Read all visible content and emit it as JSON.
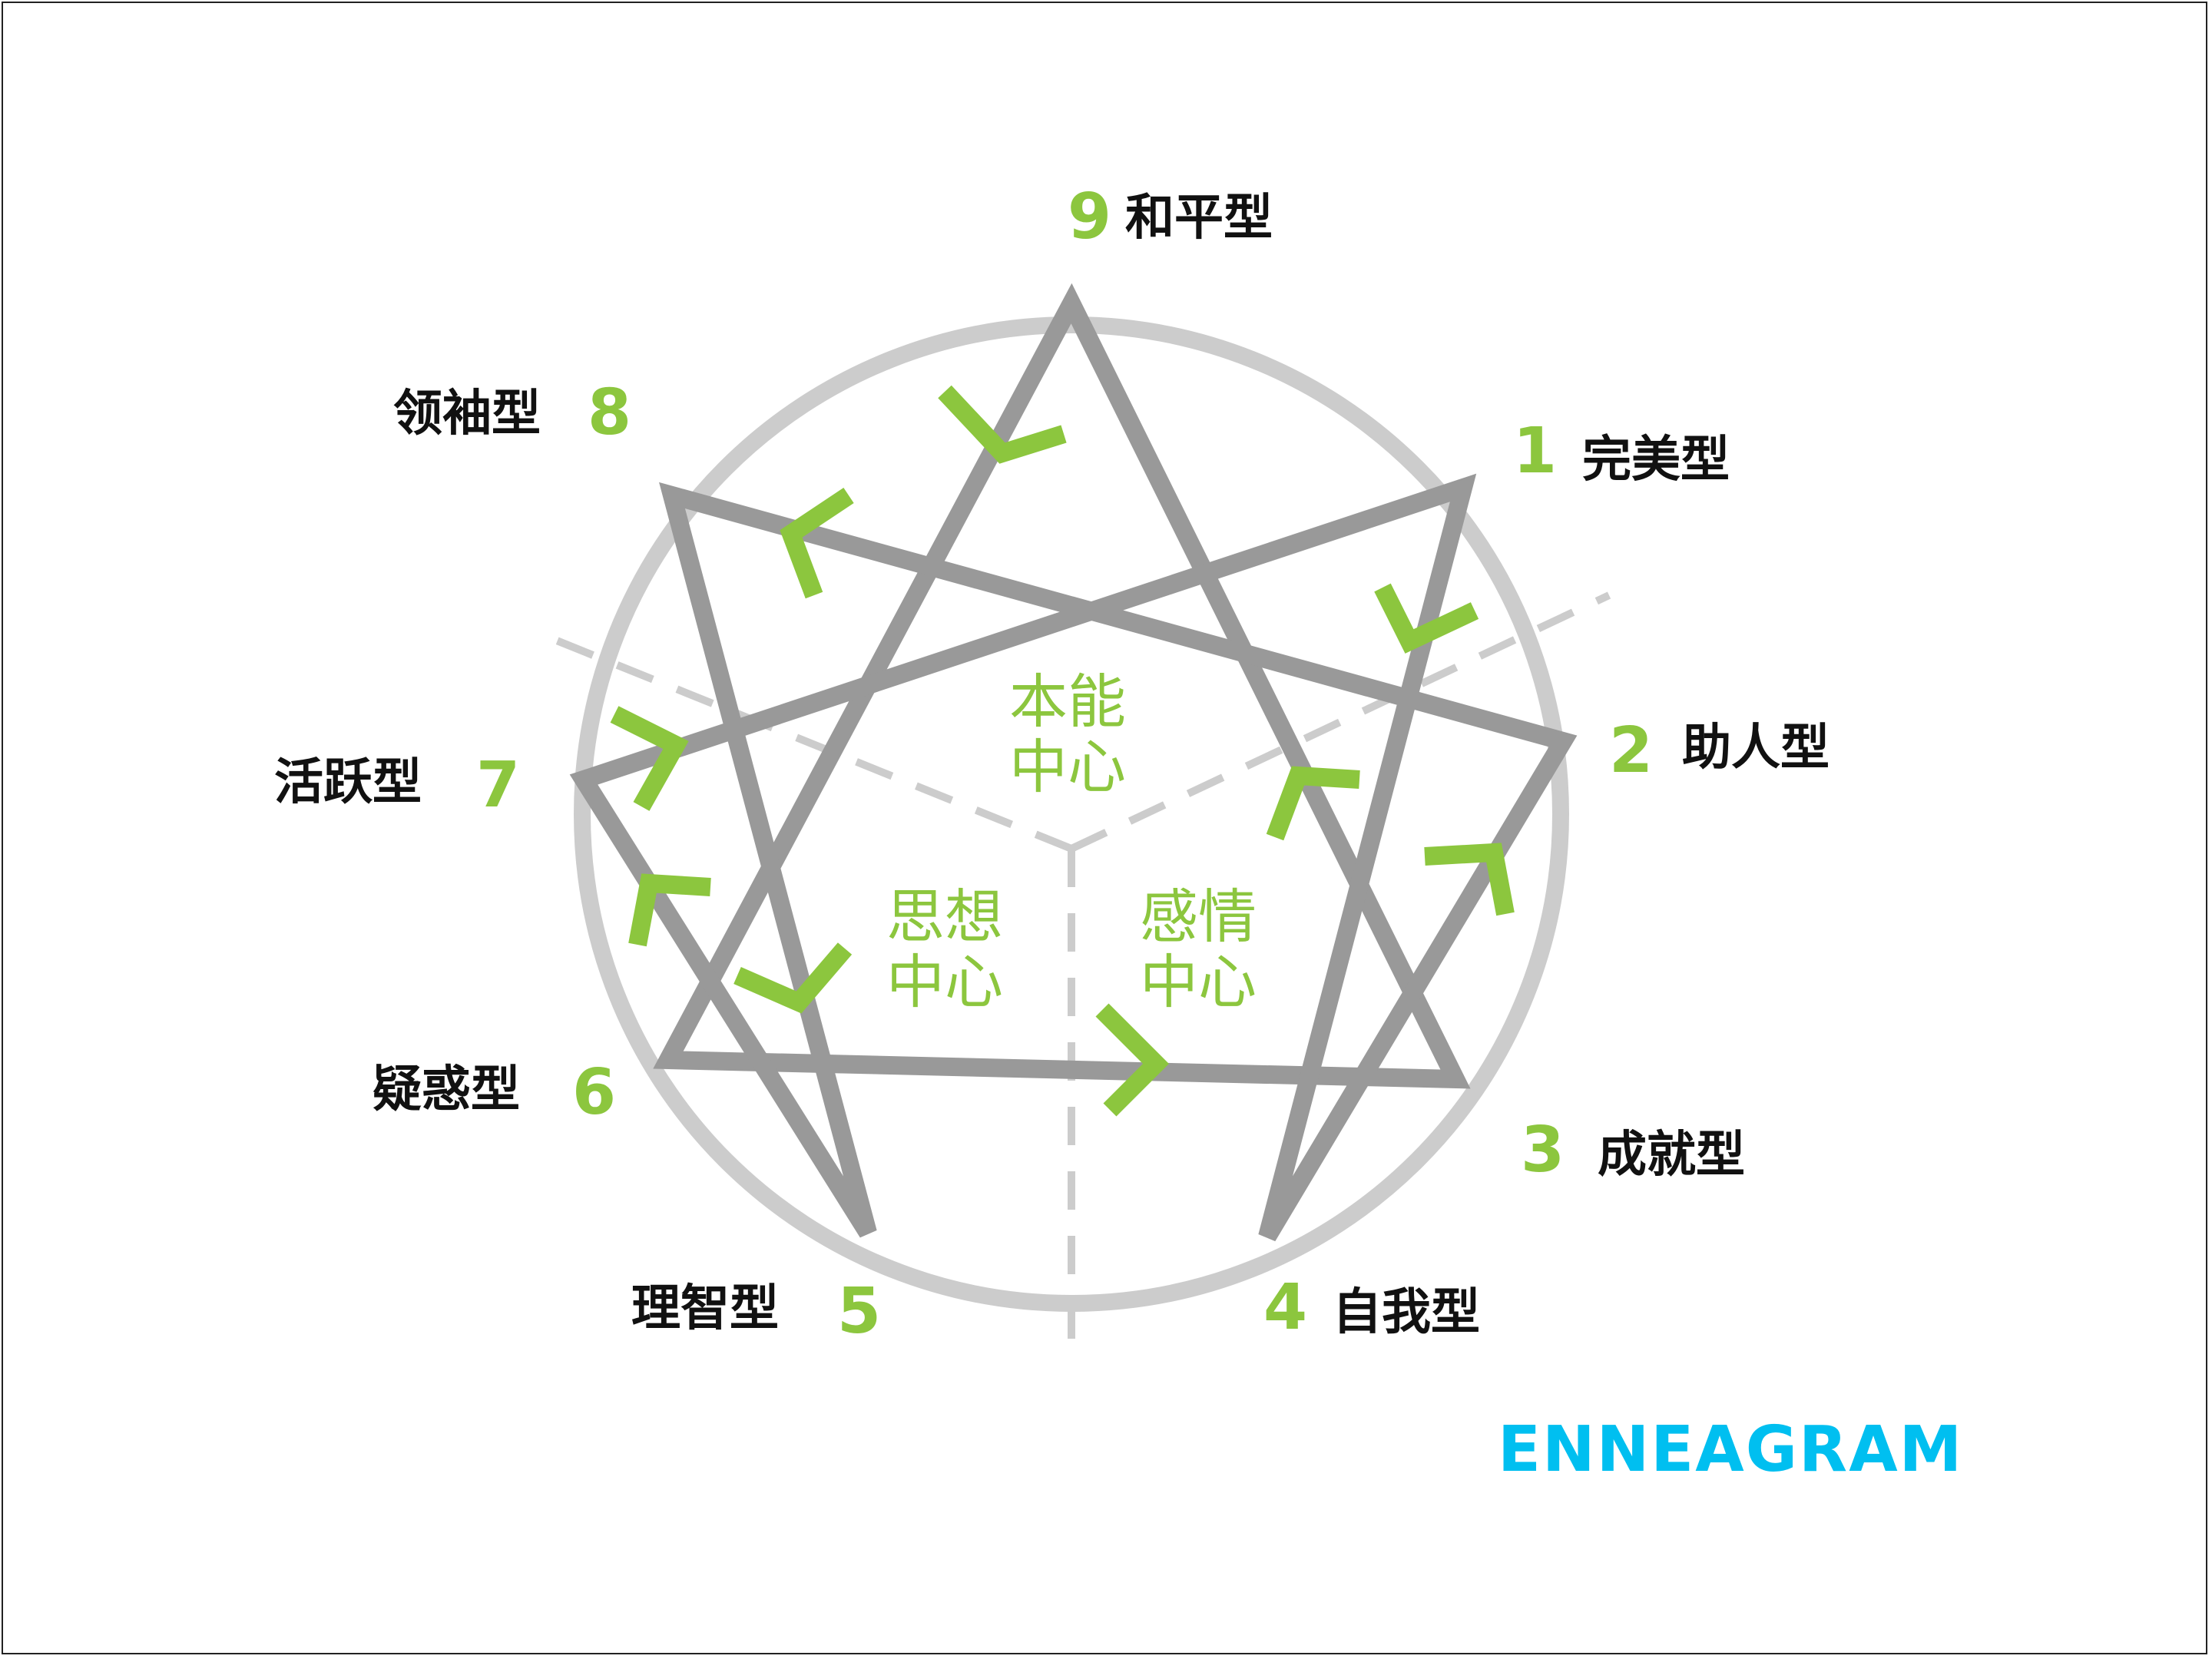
{
  "types": [
    {
      "number": "9",
      "label": "和平型"
    },
    {
      "number": "1",
      "label": "完美型"
    },
    {
      "number": "2",
      "label": "助人型"
    },
    {
      "number": "3",
      "label": "成就型"
    },
    {
      "number": "4",
      "label": "自我型"
    },
    {
      "number": "5",
      "label": "理智型"
    },
    {
      "number": "6",
      "label": "疑惑型"
    },
    {
      "number": "7",
      "label": "活跃型"
    },
    {
      "number": "8",
      "label": "领袖型"
    }
  ],
  "centers": {
    "instinct": {
      "line1": "本能",
      "line2": "中心"
    },
    "thinking": {
      "line1": "思想",
      "line2": "中心"
    },
    "feeling": {
      "line1": "感情",
      "line2": "中心"
    }
  },
  "brand": "ENNEAGRAM",
  "colors": {
    "accent": "#8cc63e",
    "line": "#999999",
    "circle": "#cccccc",
    "brand": "#00bff0",
    "label": "#111111"
  }
}
